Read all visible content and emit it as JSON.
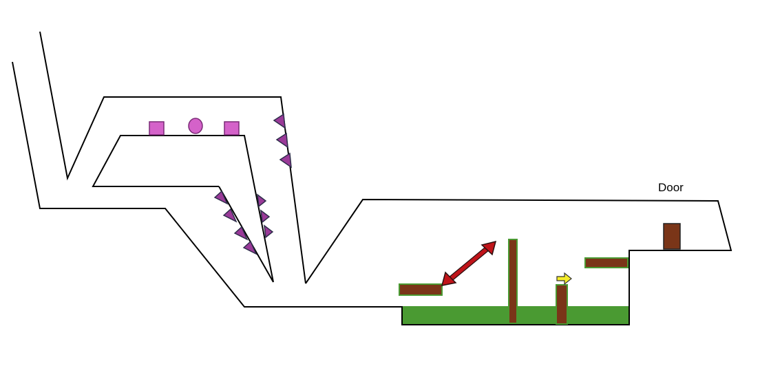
{
  "level": {
    "door_label": "Door"
  },
  "colors": {
    "background": "#ffffff",
    "wall": "#000000",
    "spike": "#9a3a98",
    "spike_outline": "#2d2d4a",
    "collectible": "#d462c9",
    "collectible_outline": "#7a2a76",
    "grass": "#4a9a32",
    "platform": "#7a3518",
    "platform_outline": "#4a9a32",
    "arrow_red": "#c0141a",
    "arrow_yellow": "#f4ec2a",
    "door": "#7a3518"
  },
  "objects": {
    "collectibles": [
      "square",
      "circle",
      "square"
    ],
    "spikes_count": 10,
    "moving_platform_arrow": "double-diagonal",
    "push_arrow": "right"
  }
}
